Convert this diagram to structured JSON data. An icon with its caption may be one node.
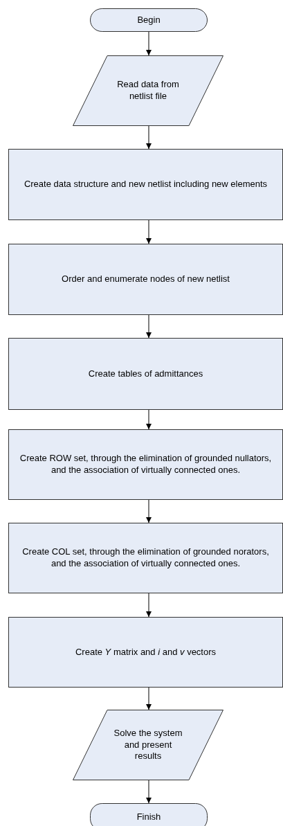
{
  "diagram": {
    "nodes": [
      {
        "text": [
          "Begin"
        ]
      },
      {
        "text": [
          "Read data from netlist file"
        ]
      },
      {
        "text": [
          "Create data structure and new netlist including new elements"
        ]
      },
      {
        "text": [
          "Order and enumerate nodes of new netlist"
        ]
      },
      {
        "text": [
          "Create tables of admittances"
        ]
      },
      {
        "text": [
          "Create ROW set, through the elimination of grounded nullators, and the association of virtually connected ones."
        ]
      },
      {
        "text": [
          "Create COL set, through the elimination of grounded norators, and the association of virtually connected ones."
        ]
      },
      {
        "text": [
          "Create *Y* matrix and *i* and *v* vectors"
        ]
      },
      {
        "text": [
          "Solve the system and present results"
        ]
      },
      {
        "text": [
          "Finish"
        ]
      }
    ],
    "edges": [
      {
        "from": 0,
        "to": 1,
        "arrow": "to"
      },
      {
        "from": 1,
        "to": 2,
        "arrow": "to"
      },
      {
        "from": 2,
        "to": 3,
        "arrow": "to"
      },
      {
        "from": 3,
        "to": 4,
        "arrow": "to"
      },
      {
        "from": 4,
        "to": 5,
        "arrow": "to"
      },
      {
        "from": 5,
        "to": 6,
        "arrow": "to"
      },
      {
        "from": 6,
        "to": 7,
        "arrow": "to"
      },
      {
        "from": 7,
        "to": 8,
        "arrow": "to"
      },
      {
        "from": 8,
        "to": 9,
        "arrow": "to"
      }
    ]
  }
}
